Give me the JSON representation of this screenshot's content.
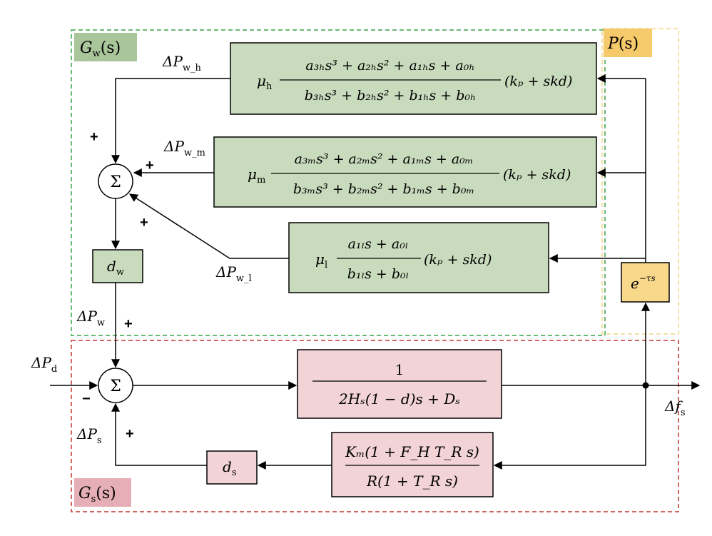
{
  "regions": {
    "gw": {
      "text": "G",
      "sub": "w",
      "arg": "(s)",
      "fill": "#a9c59a",
      "border": "#3aa24a"
    },
    "ps": {
      "text": "P",
      "arg": "(s)",
      "fill": "#f6c96a",
      "border": "#f0d58a"
    },
    "gs": {
      "text": "G",
      "sub": "s",
      "arg": "(s)",
      "fill": "#e6aeb6",
      "border": "#c0392b"
    }
  },
  "colors": {
    "green_block": "#c9dbbd",
    "pink_block": "#f2d3d6",
    "orange_block": "#f8d88b"
  },
  "blocks": {
    "h": {
      "gain": "μ",
      "gain_sub": "h",
      "num": "a₃ₕs³ + a₂ₕs² + a₁ₕs + a₀ₕ",
      "den": "b₃ₕs³ + b₂ₕs² + b₁ₕs + b₀ₕ",
      "tail": "(kₚ + skd)"
    },
    "m": {
      "gain": "μ",
      "gain_sub": "m",
      "num": "a₃ₘs³ + a₂ₘs² + a₁ₘs + a₀ₘ",
      "den": "b₃ₘs³ + b₂ₘs² + b₁ₘs + b₀ₘ",
      "tail": "(kₚ + skd)"
    },
    "l": {
      "gain": "μ",
      "gain_sub": "l",
      "num": "a₁ₗs + a₀ₗ",
      "den": "b₁ₗs + b₀ₗ",
      "tail": "(kₚ + skd)"
    },
    "dw": {
      "sym": "d",
      "sub": "w"
    },
    "ds": {
      "sym": "d",
      "sub": "s"
    },
    "delay": {
      "base": "e",
      "exp": "−τs"
    },
    "plant": {
      "num": "1",
      "den": "2Hₛ(1 − d)s + Dₛ"
    },
    "gov": {
      "num": "Kₘ(1 + F_H T_R s)",
      "den": "R(1 + T_R s)"
    }
  },
  "sum_symbol": "Σ",
  "signals": {
    "dp_wh": {
      "main": "ΔP",
      "sub": "w_h"
    },
    "dp_wm": {
      "main": "ΔP",
      "sub": "w_m"
    },
    "dp_wl": {
      "main": "ΔP",
      "sub": "w_l"
    },
    "dp_w": {
      "main": "ΔP",
      "sub": "w"
    },
    "dp_d": {
      "main": "ΔP",
      "sub": "d"
    },
    "dp_s": {
      "main": "ΔP",
      "sub": "s"
    },
    "df_s": {
      "main": "Δf",
      "sub": "s"
    }
  },
  "signs": {
    "plus": "+",
    "minus": "−"
  }
}
